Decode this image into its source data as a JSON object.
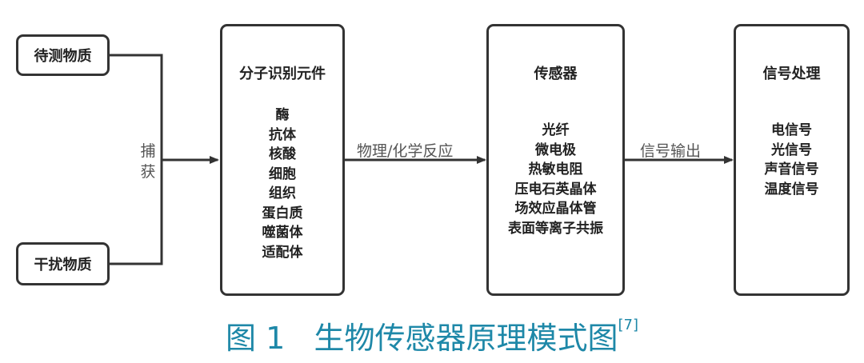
{
  "inputs": {
    "target": "待测物质",
    "interference": "干扰物质"
  },
  "capture_label": "捕获",
  "recognition": {
    "title": "分子识别元件",
    "items": [
      "酶",
      "抗体",
      "核酸",
      "细胞",
      "组织",
      "蛋白质",
      "噬菌体",
      "适配体"
    ]
  },
  "reaction_label": "物理/化学反应",
  "sensor": {
    "title": "传感器",
    "items": [
      "光纤",
      "微电极",
      "热敏电阻",
      "压电石英晶体",
      "场效应晶体管",
      "表面等离子共振"
    ]
  },
  "output_label": "信号输出",
  "processing": {
    "title": "信号处理",
    "items": [
      "电信号",
      "光信号",
      "声音信号",
      "温度信号"
    ]
  },
  "caption": {
    "text": "图 1   生物传感器原理模式图",
    "ref": "[7]"
  },
  "colors": {
    "stroke": "#333333",
    "caption": "#1e88a8"
  }
}
